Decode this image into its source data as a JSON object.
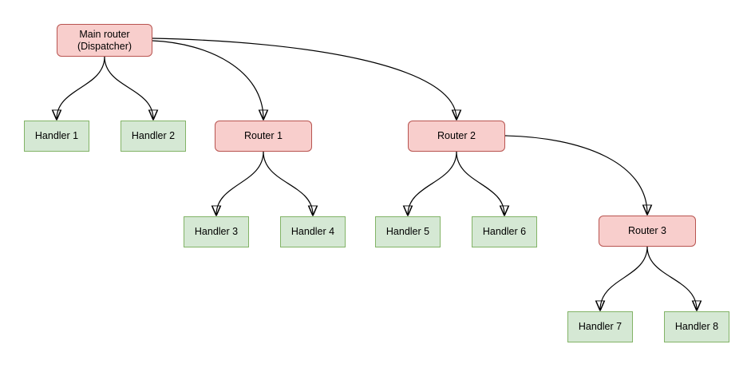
{
  "diagram": {
    "type": "tree",
    "background_color": "#ffffff",
    "edge_color": "#000000",
    "styles": {
      "router_fill": "#f8cecc",
      "router_stroke": "#b85450",
      "handler_fill": "#d5e8d4",
      "handler_stroke": "#82b366"
    },
    "nodes": {
      "main_router": {
        "line1": "Main router",
        "line2": "(Dispatcher)",
        "type": "router"
      },
      "handler_1": {
        "label": "Handler 1",
        "type": "handler"
      },
      "handler_2": {
        "label": "Handler 2",
        "type": "handler"
      },
      "router_1": {
        "label": "Router 1",
        "type": "router"
      },
      "router_2": {
        "label": "Router 2",
        "type": "router"
      },
      "handler_3": {
        "label": "Handler 3",
        "type": "handler"
      },
      "handler_4": {
        "label": "Handler 4",
        "type": "handler"
      },
      "handler_5": {
        "label": "Handler 5",
        "type": "handler"
      },
      "handler_6": {
        "label": "Handler 6",
        "type": "handler"
      },
      "router_3": {
        "label": "Router 3",
        "type": "router"
      },
      "handler_7": {
        "label": "Handler 7",
        "type": "handler"
      },
      "handler_8": {
        "label": "Handler 8",
        "type": "handler"
      }
    },
    "edges": [
      {
        "from": "main_router",
        "to": "handler_1"
      },
      {
        "from": "main_router",
        "to": "handler_2"
      },
      {
        "from": "main_router",
        "to": "router_1"
      },
      {
        "from": "main_router",
        "to": "router_2"
      },
      {
        "from": "router_1",
        "to": "handler_3"
      },
      {
        "from": "router_1",
        "to": "handler_4"
      },
      {
        "from": "router_2",
        "to": "handler_5"
      },
      {
        "from": "router_2",
        "to": "handler_6"
      },
      {
        "from": "router_2",
        "to": "router_3"
      },
      {
        "from": "router_3",
        "to": "handler_7"
      },
      {
        "from": "router_3",
        "to": "handler_8"
      }
    ]
  }
}
